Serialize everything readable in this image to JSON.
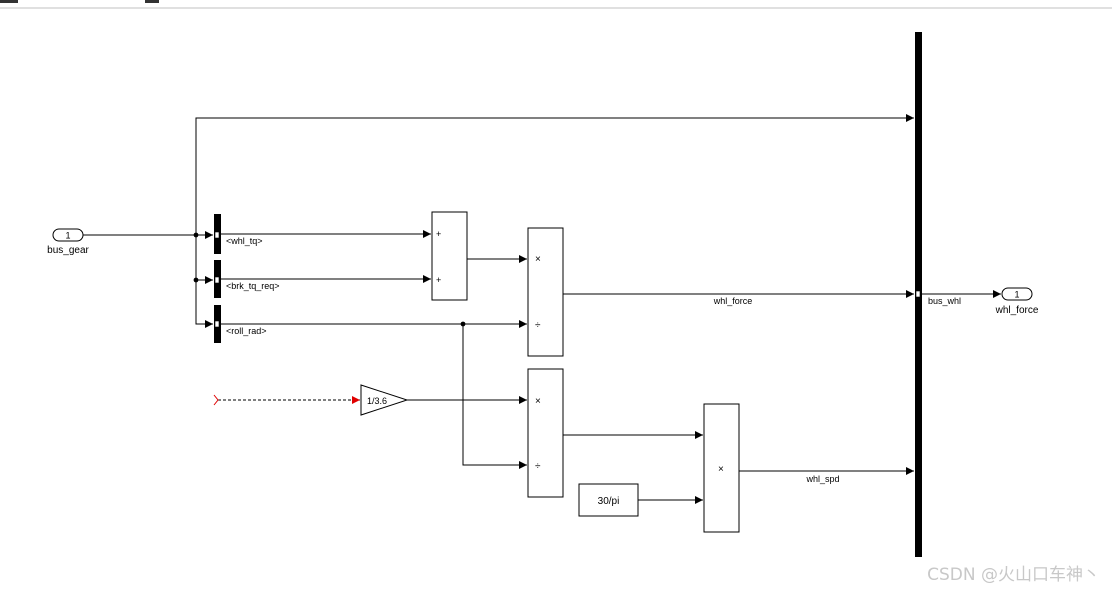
{
  "ports": {
    "inport": {
      "number": "1",
      "name": "bus_gear"
    },
    "outport": {
      "number": "1",
      "name": "whl_force"
    }
  },
  "selectors": [
    {
      "signal": "<whl_tq>"
    },
    {
      "signal": "<brk_tq_req>"
    },
    {
      "signal": "<roll_rad>"
    }
  ],
  "blocks": {
    "sum": {
      "signs": [
        "+",
        "+"
      ]
    },
    "product1": {
      "ops": [
        "×",
        "÷"
      ]
    },
    "product2": {
      "ops": [
        "×",
        "÷"
      ]
    },
    "product3": {
      "ops": [
        "×"
      ]
    },
    "gain": {
      "value": "1/3.6"
    },
    "constant": {
      "value": "30/pi"
    }
  },
  "signals": {
    "whl_force": "whl_force",
    "whl_spd": "whl_spd",
    "bus_whl": "bus_whl"
  },
  "watermark": "CSDN @火山口车神丶"
}
